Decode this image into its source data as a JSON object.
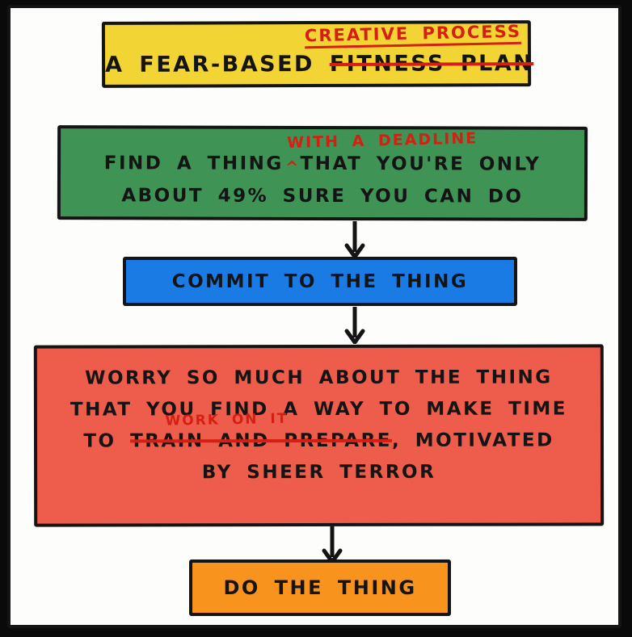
{
  "comic": {
    "title_box": {
      "prefix": "A FEAR-BASED",
      "struck": "FITNESS PLAN",
      "correction": "CREATIVE PROCESS"
    },
    "step_find": {
      "line1_a": "FIND A THING",
      "caret": "^",
      "line1_b": "THAT YOU'RE ONLY",
      "insertion": "WITH A DEADLINE",
      "line2": "ABOUT 49% SURE YOU CAN DO"
    },
    "step_commit": {
      "label": "COMMIT TO THE THING"
    },
    "step_worry": {
      "line1": "WORRY SO MUCH ABOUT THE THING",
      "line2": "THAT YOU FIND A WAY TO MAKE TIME",
      "line3_a": "TO",
      "line3_struck": "TRAIN AND PREPARE",
      "line3_b": ", MOTIVATED",
      "insertion": "WORK ON IT",
      "line4": "BY SHEER TERROR"
    },
    "step_do": {
      "label": "DO THE THING"
    }
  },
  "colors": {
    "ink": "#141414",
    "annotation_red": "#d51f12",
    "title_yellow": "#f2d435",
    "step_green": "#3e9355",
    "step_blue": "#1a7be4",
    "step_red": "#ee5c4b",
    "step_orange": "#f8941e",
    "paper": "#fdfdfb"
  }
}
